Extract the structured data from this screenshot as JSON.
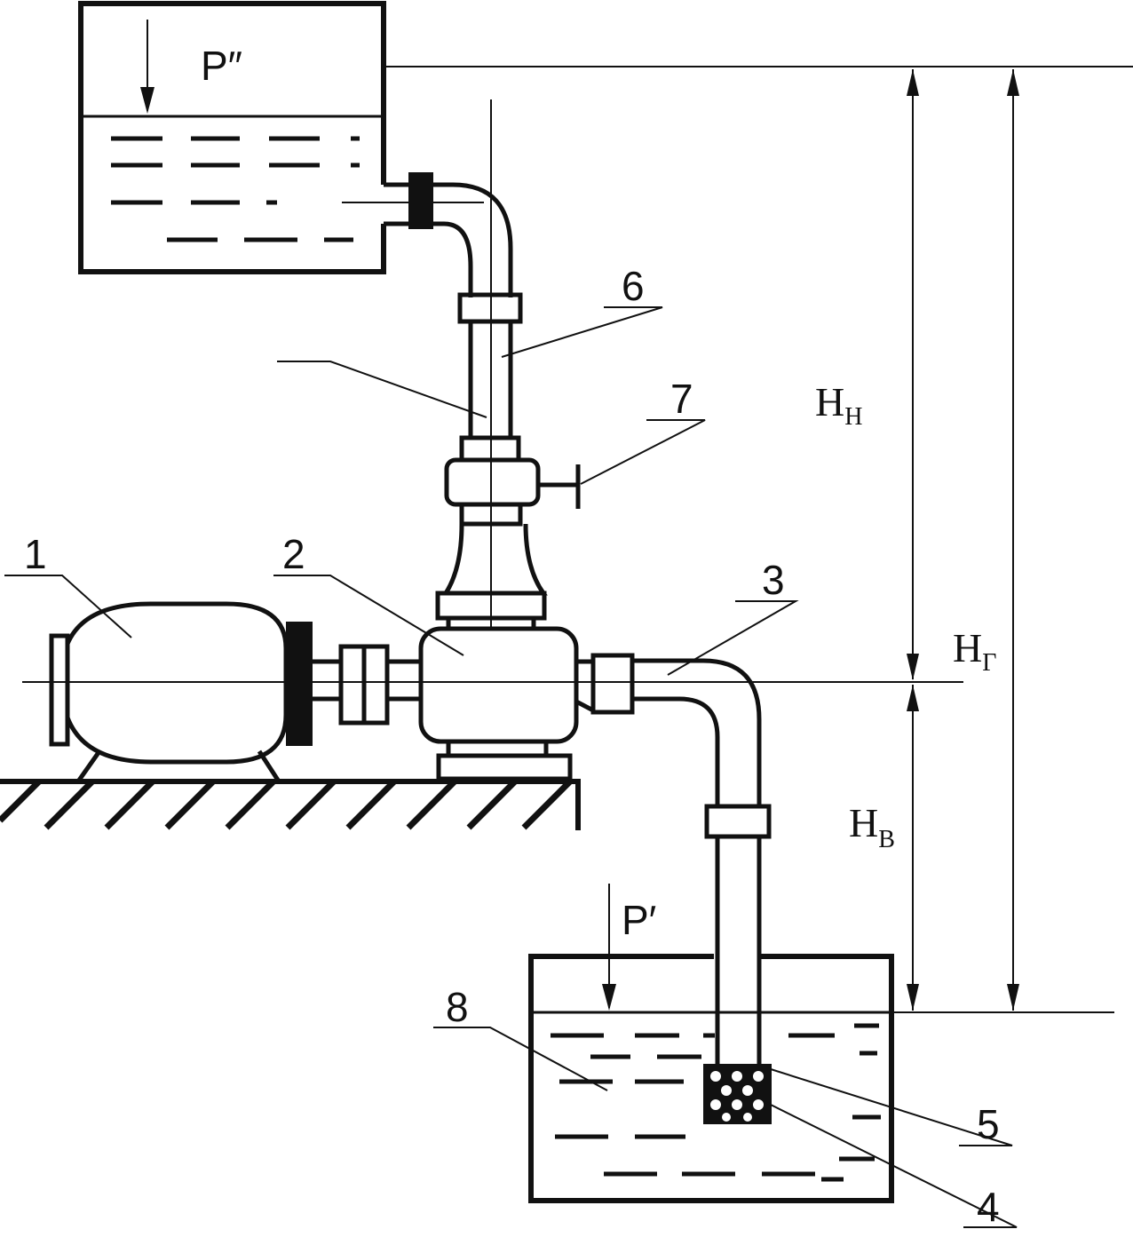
{
  "labels": {
    "n1": "1",
    "n2": "2",
    "n3": "3",
    "n4": "4",
    "n5": "5",
    "n6": "6",
    "n7": "7",
    "n8": "8"
  },
  "pressures": {
    "upper": "P″",
    "lower": "P′"
  },
  "heads": {
    "discharge": {
      "main": "H",
      "sub": "Н"
    },
    "total": {
      "main": "H",
      "sub": "Г"
    },
    "suction": {
      "main": "H",
      "sub": "В"
    }
  }
}
